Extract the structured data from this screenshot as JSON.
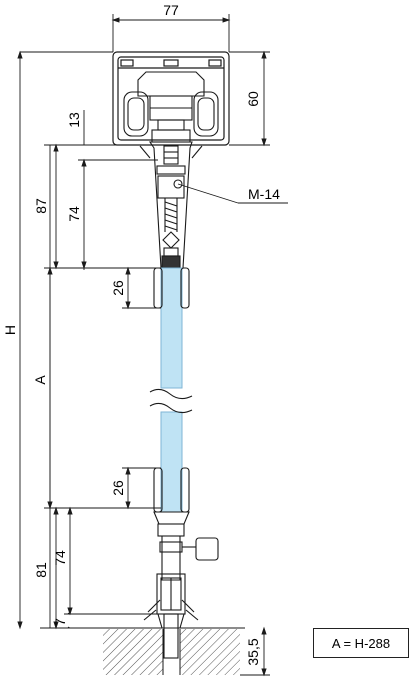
{
  "dimensions": {
    "width_top": "77",
    "height_track": "60",
    "top_offset": "13",
    "upper_height": "87",
    "upper_inner": "74",
    "upper_glass": "26",
    "lower_glass": "26",
    "lower_inner": "74",
    "lower_height": "81",
    "bottom_offset": "7",
    "floor_depth": "35,5",
    "total_height": "H",
    "glass_height": "A",
    "thread_label": "M-14"
  },
  "note": {
    "formula": "A = H-288"
  },
  "colors": {
    "glass": "#bfe3f4",
    "glass_edge": "#7fb6d6",
    "line": "#1a1a1a"
  }
}
